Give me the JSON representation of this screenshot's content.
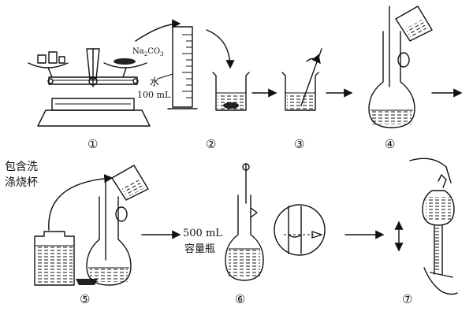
{
  "labels": {
    "na2co3_main": "Na",
    "na2co3_sub2": "2",
    "na2co3_co": "CO",
    "na2co3_sub3": "3",
    "water": "水",
    "volume_100": "100 mL",
    "rinse_line1": "包含洗",
    "rinse_line2": "涤烧杯",
    "flask_500_line1": "500 mL",
    "flask_500_line2": "容量瓶"
  },
  "steps": [
    "①",
    "②",
    "③",
    "④",
    "⑤",
    "⑥",
    "⑦"
  ]
}
